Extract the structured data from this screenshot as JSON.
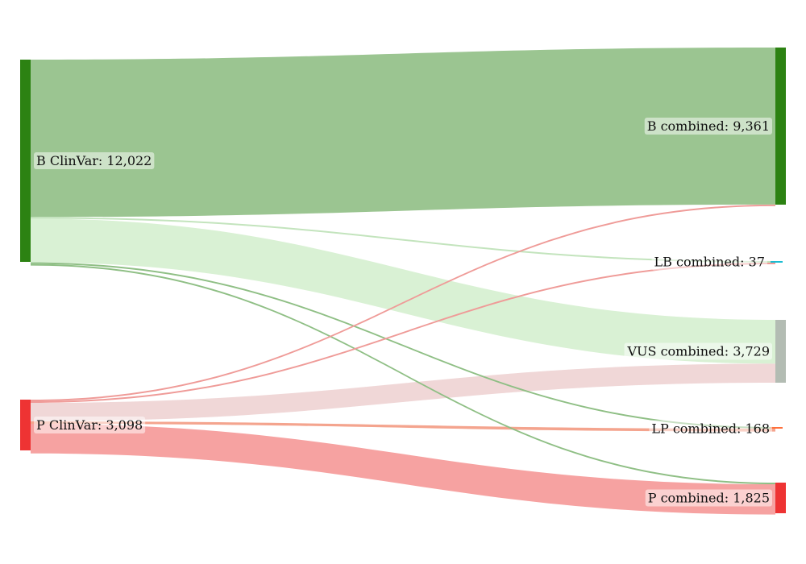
{
  "chart_data": {
    "type": "sankey",
    "nodes": [
      {
        "id": "b_clinvar",
        "label": "B ClinVar: 12,022",
        "value": 12022,
        "side": "left",
        "color": "#2c8212"
      },
      {
        "id": "p_clinvar",
        "label": "P ClinVar: 3,098",
        "value": 3098,
        "side": "left",
        "color": "#ee3333"
      },
      {
        "id": "b_comb",
        "label": "B combined: 9,361",
        "value": 9361,
        "side": "right",
        "color": "#2c8212"
      },
      {
        "id": "lb_comb",
        "label": "LB combined: 37",
        "value": 37,
        "side": "right",
        "color": "#1bbcd2"
      },
      {
        "id": "vus_comb",
        "label": "VUS combined: 3,729",
        "value": 3729,
        "side": "right",
        "color": "#b3bcb3"
      },
      {
        "id": "lp_comb",
        "label": "LP combined: 168",
        "value": 168,
        "side": "right",
        "color": "#ff6f3a"
      },
      {
        "id": "p_comb",
        "label": "P combined: 1,825",
        "value": 1825,
        "side": "right",
        "color": "#ee3333"
      }
    ],
    "links": [
      {
        "source": "b_clinvar",
        "target": "b_comb",
        "value": 9355,
        "color": "#9bc591"
      },
      {
        "source": "b_clinvar",
        "target": "lb_comb",
        "value": 30,
        "color": "#c3e4bd"
      },
      {
        "source": "b_clinvar",
        "target": "vus_comb",
        "value": 2600,
        "color": "#d9f1d4"
      },
      {
        "source": "b_clinvar",
        "target": "lp_comb",
        "value": 17,
        "color": "#8fbf85"
      },
      {
        "source": "b_clinvar",
        "target": "p_comb",
        "value": 20,
        "color": "#8fbf85"
      },
      {
        "source": "p_clinvar",
        "target": "b_comb",
        "value": 6,
        "color": "#ef9b98"
      },
      {
        "source": "p_clinvar",
        "target": "lb_comb",
        "value": 7,
        "color": "#ef9b98"
      },
      {
        "source": "p_clinvar",
        "target": "vus_comb",
        "value": 1129,
        "color": "#f0d7d7"
      },
      {
        "source": "p_clinvar",
        "target": "lp_comb",
        "value": 151,
        "color": "#f4a48e"
      },
      {
        "source": "p_clinvar",
        "target": "p_comb",
        "value": 1805,
        "color": "#f6a2a1"
      }
    ]
  }
}
